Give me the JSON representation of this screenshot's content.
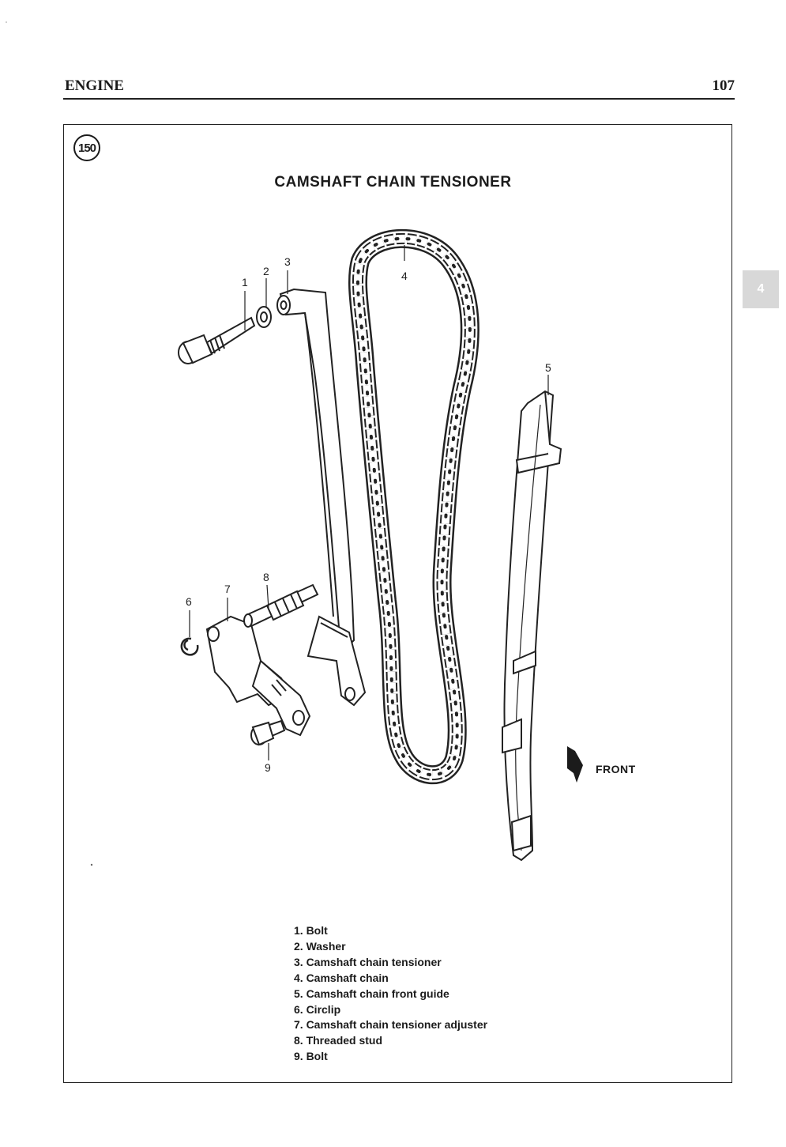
{
  "header": {
    "section": "ENGINE",
    "page_number": "107"
  },
  "side_tab": "4",
  "figure": {
    "number": "150",
    "title": "CAMSHAFT CHAIN TENSIONER",
    "callouts": [
      "1",
      "2",
      "3",
      "4",
      "5",
      "6",
      "7",
      "8",
      "9"
    ],
    "front_label": "FRONT"
  },
  "legend": [
    "1. Bolt",
    "2. Washer",
    "3. Camshaft chain tensioner",
    "4. Camshaft chain",
    "5. Camshaft chain front guide",
    "6. Circlip",
    "7. Camshaft chain tensioner adjuster",
    "8. Threaded stud",
    "9. Bolt"
  ]
}
